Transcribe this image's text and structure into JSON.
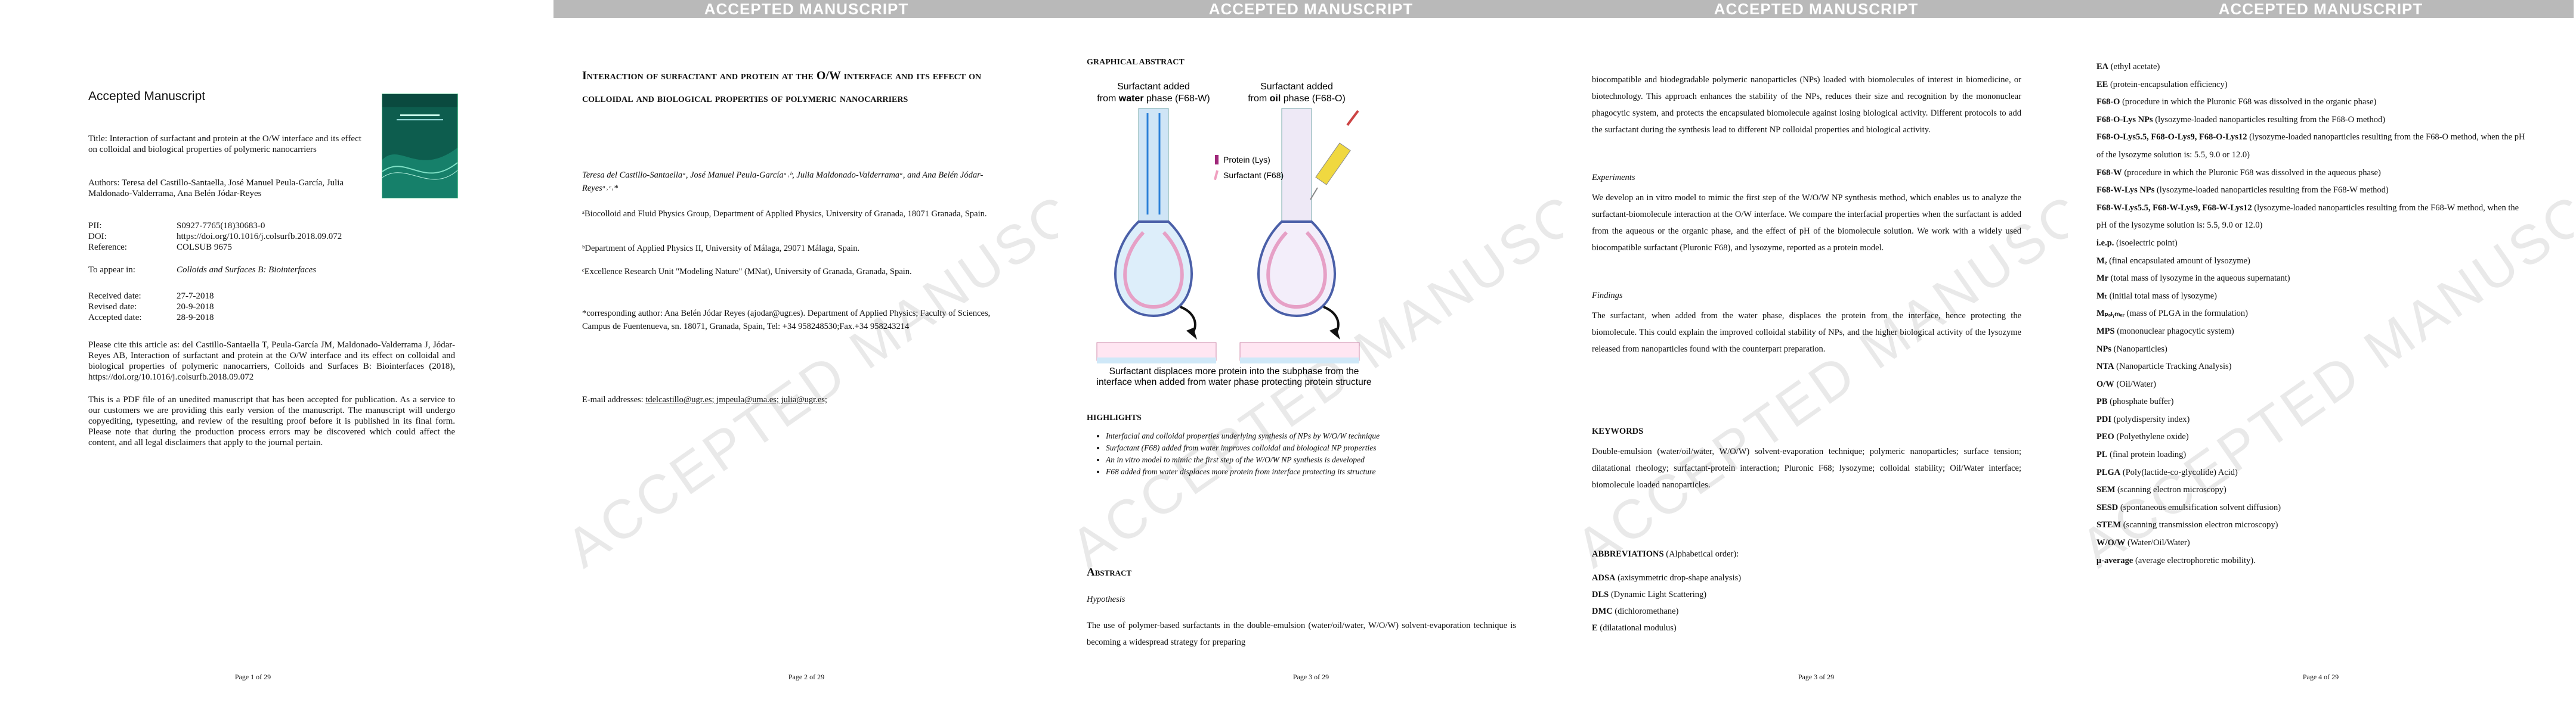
{
  "banner": "ACCEPTED MANUSCRIPT",
  "watermark": "ACCEPTED MANUSCRIPT",
  "page1": {
    "heading": "Accepted Manuscript",
    "title_line": "Title: Interaction of surfactant and protein at the O/W interface and its effect on colloidal and biological properties of polymeric nanocarriers",
    "authors_line": "Authors: Teresa del Castillo-Santaella, José Manuel Peula-García, Julia Maldonado-Valderrama, Ana Belén Jódar-Reyes",
    "pii_label": "PII:",
    "pii": "S0927-7765(18)30683-0",
    "doi_label": "DOI:",
    "doi": "https://doi.org/10.1016/j.colsurfb.2018.09.072",
    "ref_label": "Reference:",
    "ref": "COLSUB 9675",
    "appear_label": "To appear in:",
    "appear": "Colloids and Surfaces B: Biointerfaces",
    "received_label": "Received date:",
    "received": "27-7-2018",
    "revised_label": "Revised date:",
    "revised": "20-9-2018",
    "accepted_label": "Accepted date:",
    "accepted": "28-9-2018",
    "cite_text": "Please cite this article as: del Castillo-Santaella T, Peula-García JM, Maldonado-Valderrama J, Jódar-Reyes AB, Interaction of surfactant and protein at the O/W interface and its effect on colloidal and biological properties of polymeric nanocarriers, Colloids and Surfaces B: Biointerfaces (2018), https://doi.org/10.1016/j.colsurfb.2018.09.072",
    "pdf_text": "This is a PDF file of an unedited manuscript that has been accepted for publication. As a service to our customers we are providing this early version of the manuscript. The manuscript will undergo copyediting, typesetting, and review of the resulting proof before it is published in its final form. Please note that during the production process errors may be discovered which could affect the content, and all legal disclaimers that apply to the journal pertain.",
    "footer": "Page 1 of 29"
  },
  "page2": {
    "title": "Interaction of surfactant and protein at the O/W interface and its effect on colloidal and biological properties of polymeric nanocarriers",
    "authors": "Teresa del Castillo-Santaellaᵃ, José Manuel Peula-Garcíaᵃ˒ᵇ, Julia Maldonado-Valderramaᵃ, and Ana Belén Jódar-Reyesᵃ˒ᶜ˒*",
    "aff_a": "ᵃBiocolloid and Fluid Physics Group, Department of Applied Physics, University of Granada, 18071 Granada, Spain.",
    "aff_b": "ᵇDepartment of Applied Physics II, University of Málaga, 29071 Málaga, Spain.",
    "aff_c": "ᶜExcellence Research Unit \"Modeling Nature\" (MNat), University of Granada, Granada, Spain.",
    "corr": "*corresponding author: Ana Belén Jódar Reyes (ajodar@ugr.es). Department of Applied Physics; Faculty of Sciences, Campus de Fuentenueva, sn. 18071, Granada, Spain, Tel: +34 958248530;Fax.+34 958243214",
    "email_label": "E-mail addresses:",
    "emails": "tdelcastillo@ugr.es; jmpeula@uma.es; julia@ugr.es;",
    "footer": "Page 2 of 29"
  },
  "page3": {
    "ga_title": "GRAPHICAL ABSTRACT",
    "ga_left_title_1": "Surfactant added",
    "ga_left_title_2a": "from ",
    "ga_left_title_2b": "water",
    "ga_left_title_2c": " phase (F68-W)",
    "ga_right_title_1": "Surfactant added",
    "ga_right_title_2a": "from ",
    "ga_right_title_2b": "oil",
    "ga_right_title_2c": " phase (F68-O)",
    "legend_protein": "Protein (Lys)",
    "legend_surfactant": "Surfactant (F68)",
    "ga_caption_1": "Surfactant displaces more protein into the subphase from the",
    "ga_caption_2": "interface when added from water phase protecting protein structure",
    "hl_title": "HIGHLIGHTS",
    "highlights": [
      "Interfacial and colloidal properties underlying synthesis of NPs by W/O/W technique",
      "Surfactant (F68) added from water  improves colloidal and biological NP properties",
      "An in vitro model to mimic the first step of the W/O/W NP synthesis is developed",
      "F68 added from water displaces more protein from interface protecting its structure"
    ],
    "abs_title": "Abstract",
    "hyp": "Hypothesis",
    "abs_text": "The use of polymer-based surfactants in the double-emulsion (water/oil/water, W/O/W) solvent-evaporation technique is becoming a widespread strategy for preparing",
    "colors": {
      "water": "#2a7fd8",
      "oil": "#d89a2a",
      "protein": "#a0287a",
      "surfactant": "#f0a0c0"
    },
    "footer": "Page 3 of 29"
  },
  "page4": {
    "para1": "biocompatible and biodegradable polymeric nanoparticles (NPs) loaded with biomolecules of interest in biomedicine, or biotechnology. This approach enhances the stability of the NPs, reduces their size and recognition by the mononuclear phagocytic system, and protects the encapsulated biomolecule against losing biological activity. Different protocols to add the surfactant during the synthesis lead to different NP colloidal properties and biological activity.",
    "experiments": "Experiments",
    "para2": "We develop an in vitro model to mimic the first step of the W/O/W NP synthesis method, which enables us to analyze the surfactant-biomolecule interaction at the O/W interface. We compare the interfacial properties when the surfactant is added from the aqueous or the organic phase, and the effect of pH of the biomolecule solution. We work with a widely used biocompatible surfactant (Pluronic F68), and lysozyme, reported as a protein model.",
    "findings": "Findings",
    "para3": "The surfactant, when added from the water phase, displaces the protein from the interface, hence protecting the biomolecule. This could explain the improved colloidal stability of NPs, and the higher biological activity of the lysozyme released from nanoparticles found with the counterpart preparation.",
    "keywords_title": "KEYWORDS",
    "keywords": "Double-emulsion (water/oil/water, W/O/W) solvent-evaporation technique; polymeric nanoparticles; surface tension; dilatational rheology; surfactant-protein interaction; Pluronic F68; lysozyme; colloidal stability; Oil/Water interface; biomolecule loaded nanoparticles.",
    "abbr_title": "ABBREVIATIONS",
    "abbr_note": " (Alphabetical order):",
    "abbrs": [
      {
        "k": "ADSA",
        "v": " (axisymmetric drop-shape analysis)"
      },
      {
        "k": "DLS",
        "v": " (Dynamic Light Scattering)"
      },
      {
        "k": "DMC",
        "v": " (dichloromethane)"
      },
      {
        "k": "E",
        "v": " (dilatational modulus)"
      }
    ],
    "footer": "Page 3 of 29"
  },
  "page5": {
    "abbrs": [
      {
        "k": "EA",
        "v": " (ethyl acetate)"
      },
      {
        "k": "EE",
        "v": " (protein-encapsulation efficiency)"
      },
      {
        "k": "F68-O",
        "v": " (procedure in which the Pluronic F68 was dissolved in the organic phase)"
      },
      {
        "k": "F68-O-Lys NPs",
        "v": " (lysozyme-loaded nanoparticles resulting from the F68-O method)"
      },
      {
        "k": "F68-O-Lys5.5, F68-O-Lys9, F68-O-Lys12",
        "v": " (lysozyme-loaded nanoparticles resulting from the F68-O method, when the pH of the lysozyme solution is: 5.5, 9.0 or 12.0)"
      },
      {
        "k": "F68-W",
        "v": " (procedure in which the Pluronic F68 was dissolved in the aqueous phase)"
      },
      {
        "k": "F68-W-Lys NPs",
        "v": " (lysozyme-loaded nanoparticles resulting from the F68-W method)"
      },
      {
        "k": "F68-W-Lys5.5, F68-W-Lys9, F68-W-Lys12",
        "v": " (lysozyme-loaded nanoparticles resulting from the F68-W method, when the pH of the lysozyme solution is: 5.5, 9.0 or 12.0)"
      },
      {
        "k": "i.e.p.",
        "v": " (isoelectric point)"
      },
      {
        "k": "Mₑ",
        "v": " (final encapsulated amount of lysozyme)"
      },
      {
        "k": "Mr",
        "v": " (total mass of lysozyme in the aqueous supernatant)"
      },
      {
        "k": "Mₜ",
        "v": " (initial total mass of lysozyme)"
      },
      {
        "k": "Mₚₒₗᵧₘₑᵣ",
        "v": " (mass of PLGA in the formulation)"
      },
      {
        "k": "MPS",
        "v": " (mononuclear phagocytic system)"
      },
      {
        "k": "NPs",
        "v": " (Nanoparticles)"
      },
      {
        "k": "NTA",
        "v": " (Nanoparticle Tracking Analysis)"
      },
      {
        "k": "O/W",
        "v": " (Oil/Water)"
      },
      {
        "k": "PB",
        "v": " (phosphate buffer)"
      },
      {
        "k": "PDI",
        "v": " (polydispersity index)"
      },
      {
        "k": "PEO",
        "v": " (Polyethylene oxide)"
      },
      {
        "k": "PL",
        "v": " (final protein loading)"
      },
      {
        "k": "PLGA",
        "v": " (Poly(lactide-co-glycolide) Acid)"
      },
      {
        "k": "SEM",
        "v": " (scanning electron microscopy)"
      },
      {
        "k": "SESD",
        "v": " (spontaneous emulsification solvent diffusion)"
      },
      {
        "k": "STEM",
        "v": " (scanning transmission electron microscopy)"
      },
      {
        "k": "W/O/W",
        "v": " (Water/Oil/Water)"
      },
      {
        "k": "μ-average",
        "v": " (average electrophoretic mobility)."
      }
    ],
    "footer": "Page 4 of 29"
  }
}
